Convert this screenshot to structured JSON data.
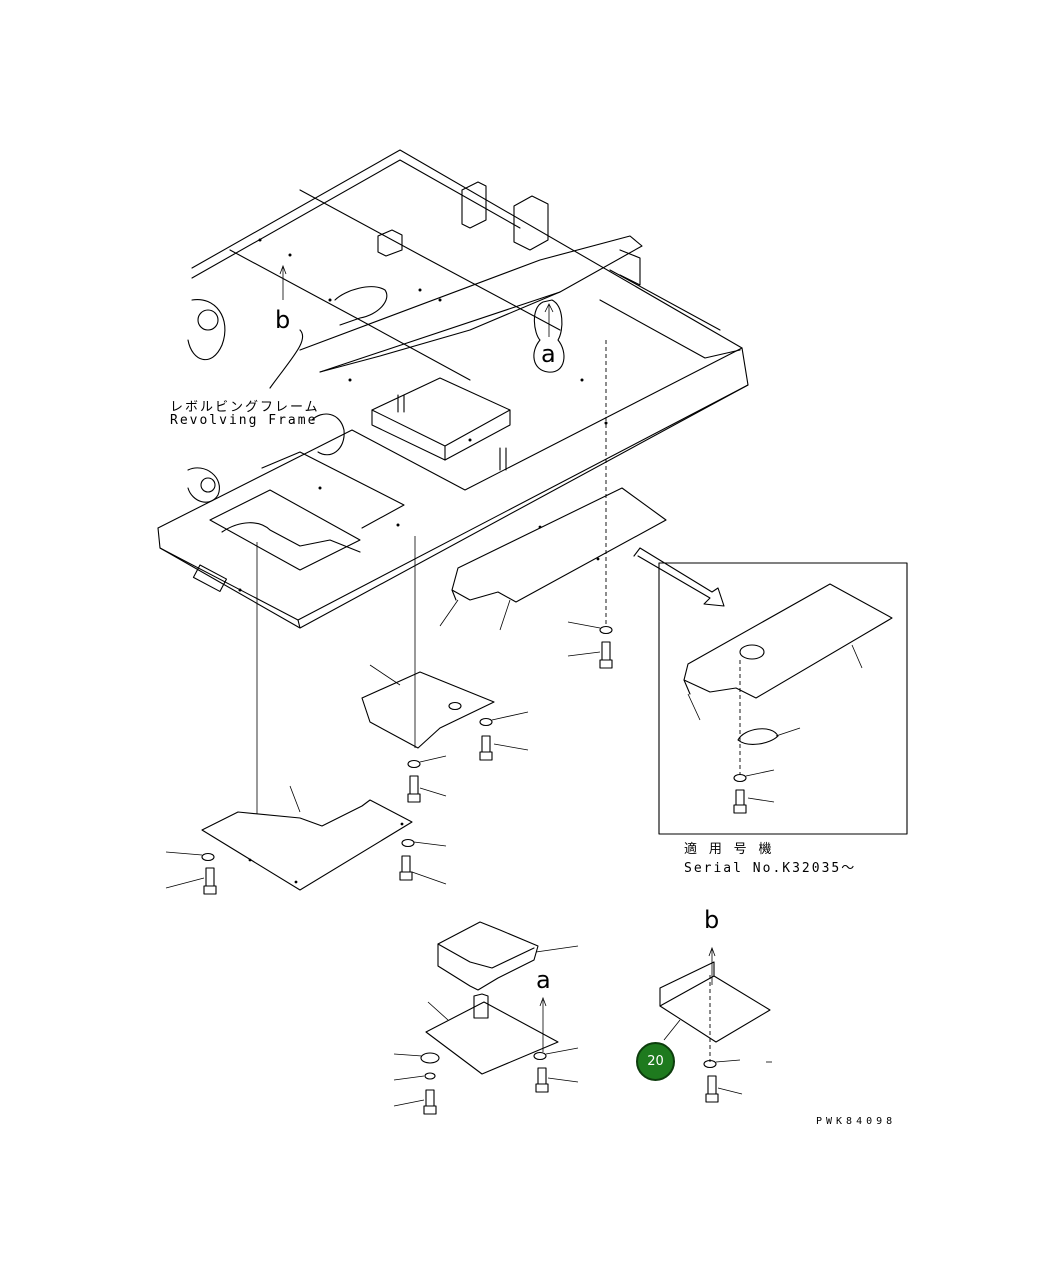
{
  "labels": {
    "frame_jp": "レボルビングフレーム",
    "frame_en": "Revolving Frame",
    "serial_jp": "適 用 号 機",
    "serial_en": "Serial No.K32035～",
    "drawing_code": "PWK84098",
    "ref_a_top": "a",
    "ref_b_top": "b",
    "ref_a_bottom": "a",
    "ref_b_bottom": "b"
  },
  "badge": {
    "label": "20",
    "color": "#1e7a1e"
  }
}
